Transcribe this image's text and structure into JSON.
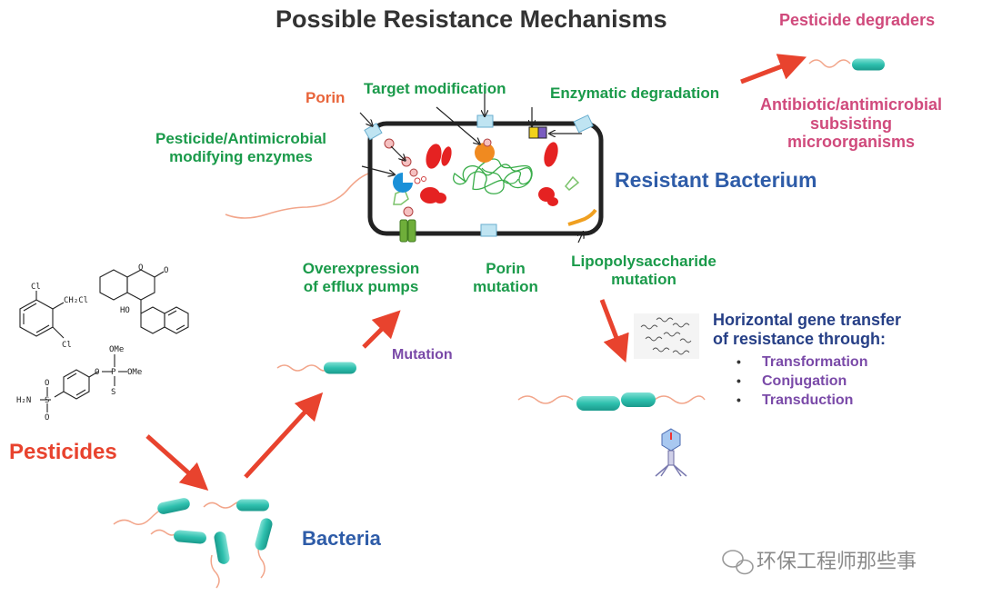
{
  "title": "Possible Resistance Mechanisms",
  "labels": {
    "pesticide_degraders": "Pesticide degraders",
    "subsisting_line1": "Antibiotic/antimicrobial",
    "subsisting_line2": "subsisting",
    "subsisting_line3": "microorganisms",
    "porin": "Porin",
    "target_modification": "Target modification",
    "enzymatic_degradation": "Enzymatic degradation",
    "modifying_line1": "Pesticide/Antimicrobial",
    "modifying_line2": "modifying enzymes",
    "resistant_bacterium": "Resistant Bacterium",
    "efflux_line1": "Overexpression",
    "efflux_line2": "of efflux pumps",
    "porin_mut_line1": "Porin",
    "porin_mut_line2": "mutation",
    "lps_line1": "Lipopolysaccharide",
    "lps_line2": "mutation",
    "mutation": "Mutation",
    "hgt_line1": "Horizontal gene transfer",
    "hgt_line2": "of resistance through:",
    "pesticides": "Pesticides",
    "bacteria": "Bacteria",
    "watermark": "环保工程师那些事"
  },
  "hgt_methods": [
    "Transformation",
    "Conjugation",
    "Transduction"
  ],
  "chemical_labels": {
    "cl_top": "Cl",
    "ch2cl": "CH₂Cl",
    "cl_bottom": "Cl",
    "carbonyl_o": "O",
    "ring_o": "O",
    "ho": "HO",
    "ome_top": "OMe",
    "ome_right": "OMe",
    "phos_p": "P",
    "phos_o": "O",
    "phos_s": "S",
    "sulfonyl_s": "S",
    "sulfonyl_o1": "O",
    "sulfonyl_o2": "O",
    "amine": "H₂N"
  },
  "colors": {
    "title": "#333333",
    "pink_label": "#d04a7c",
    "orange_label": "#e8643a",
    "green_label": "#1a9a4a",
    "blue_label": "#2e5ca8",
    "navy_label": "#263f86",
    "purple_label": "#7a4aa8",
    "red_label": "#e8432e",
    "arrow": "#e8432e",
    "bacterium": "#3cc4b4",
    "flagellum": "#f2a58a",
    "ribosome": "#e52222"
  }
}
